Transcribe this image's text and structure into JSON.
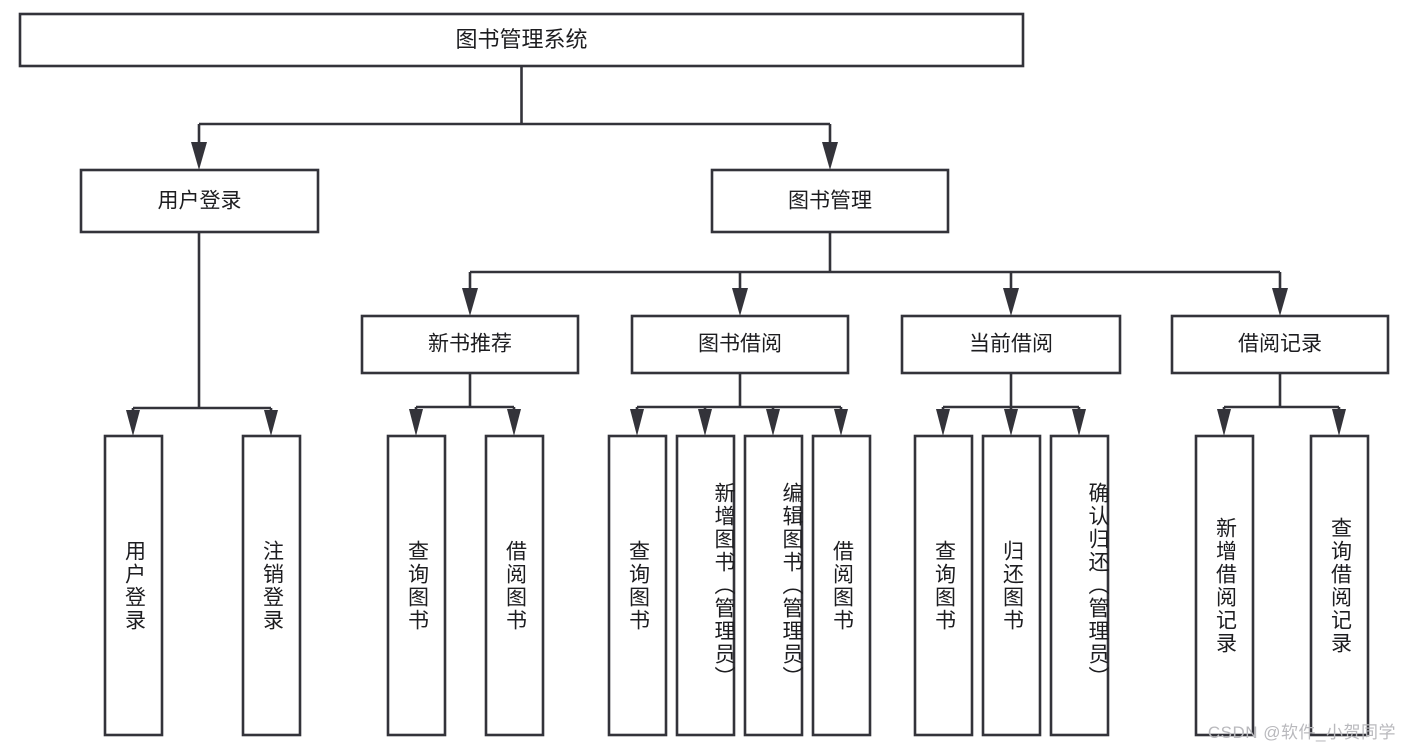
{
  "diagram": {
    "title": "图书管理系统",
    "type": "tree",
    "orientation": "top-down",
    "colors": {
      "box_stroke": "#33333a",
      "box_fill": "#ffffff",
      "text": "#1d1d20",
      "connector": "#33333a",
      "watermark": "#b9b9bd",
      "background": "#ffffff"
    },
    "levels": {
      "root": {
        "label": "图书管理系统"
      },
      "level2": [
        {
          "id": "user-login",
          "label": "用户登录"
        },
        {
          "id": "book-management",
          "label": "图书管理"
        }
      ],
      "level3": [
        {
          "id": "new-book-recommend",
          "label": "新书推荐",
          "parent": "book-management"
        },
        {
          "id": "book-borrow",
          "label": "图书借阅",
          "parent": "book-management"
        },
        {
          "id": "current-borrow",
          "label": "当前借阅",
          "parent": "book-management"
        },
        {
          "id": "borrow-record",
          "label": "借阅记录",
          "parent": "book-management"
        }
      ],
      "leaves": [
        {
          "id": "leaf-user-login",
          "label": "用户登录",
          "parent": "user-login"
        },
        {
          "id": "leaf-logout-login",
          "label": "注销登录",
          "parent": "user-login"
        },
        {
          "id": "leaf-query-book-1",
          "label": "查询图书",
          "parent": "new-book-recommend"
        },
        {
          "id": "leaf-borrow-book-1",
          "label": "借阅图书",
          "parent": "new-book-recommend"
        },
        {
          "id": "leaf-query-book-2",
          "label": "查询图书",
          "parent": "book-borrow"
        },
        {
          "id": "leaf-add-book",
          "label": "新增图书（管理员）",
          "parent": "book-borrow"
        },
        {
          "id": "leaf-edit-book",
          "label": "编辑图书（管理员）",
          "parent": "book-borrow"
        },
        {
          "id": "leaf-borrow-book-2",
          "label": "借阅图书",
          "parent": "book-borrow"
        },
        {
          "id": "leaf-query-book-3",
          "label": "查询图书",
          "parent": "current-borrow"
        },
        {
          "id": "leaf-return-book",
          "label": "归还图书",
          "parent": "current-borrow"
        },
        {
          "id": "leaf-confirm-return",
          "label": "确认归还（管理员）",
          "parent": "current-borrow"
        },
        {
          "id": "leaf-add-borrow-record",
          "label": "新增借阅记录",
          "parent": "borrow-record"
        },
        {
          "id": "leaf-query-borrow-record",
          "label": "查询借阅记录",
          "parent": "borrow-record"
        }
      ]
    }
  },
  "watermark": {
    "text": "CSDN @软件_小贺同学"
  }
}
